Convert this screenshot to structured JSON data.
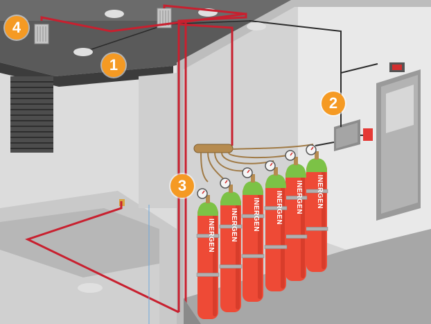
{
  "callouts": [
    {
      "number": "1",
      "target": "ceiling-nozzle-pipework"
    },
    {
      "number": "2",
      "target": "control-panel"
    },
    {
      "number": "3",
      "target": "cylinder-manifold"
    },
    {
      "number": "4",
      "target": "discharge-nozzle"
    }
  ],
  "cylinder_label": "INERGEN",
  "colors": {
    "callout_orange": "#f59a23",
    "cylinder_red": "#ee4a36",
    "cylinder_cap_green": "#7cc246",
    "pipe_red": "#c8202f",
    "wall_gray": "#d9d9d9",
    "ceiling_dark": "#4a4a4a"
  }
}
